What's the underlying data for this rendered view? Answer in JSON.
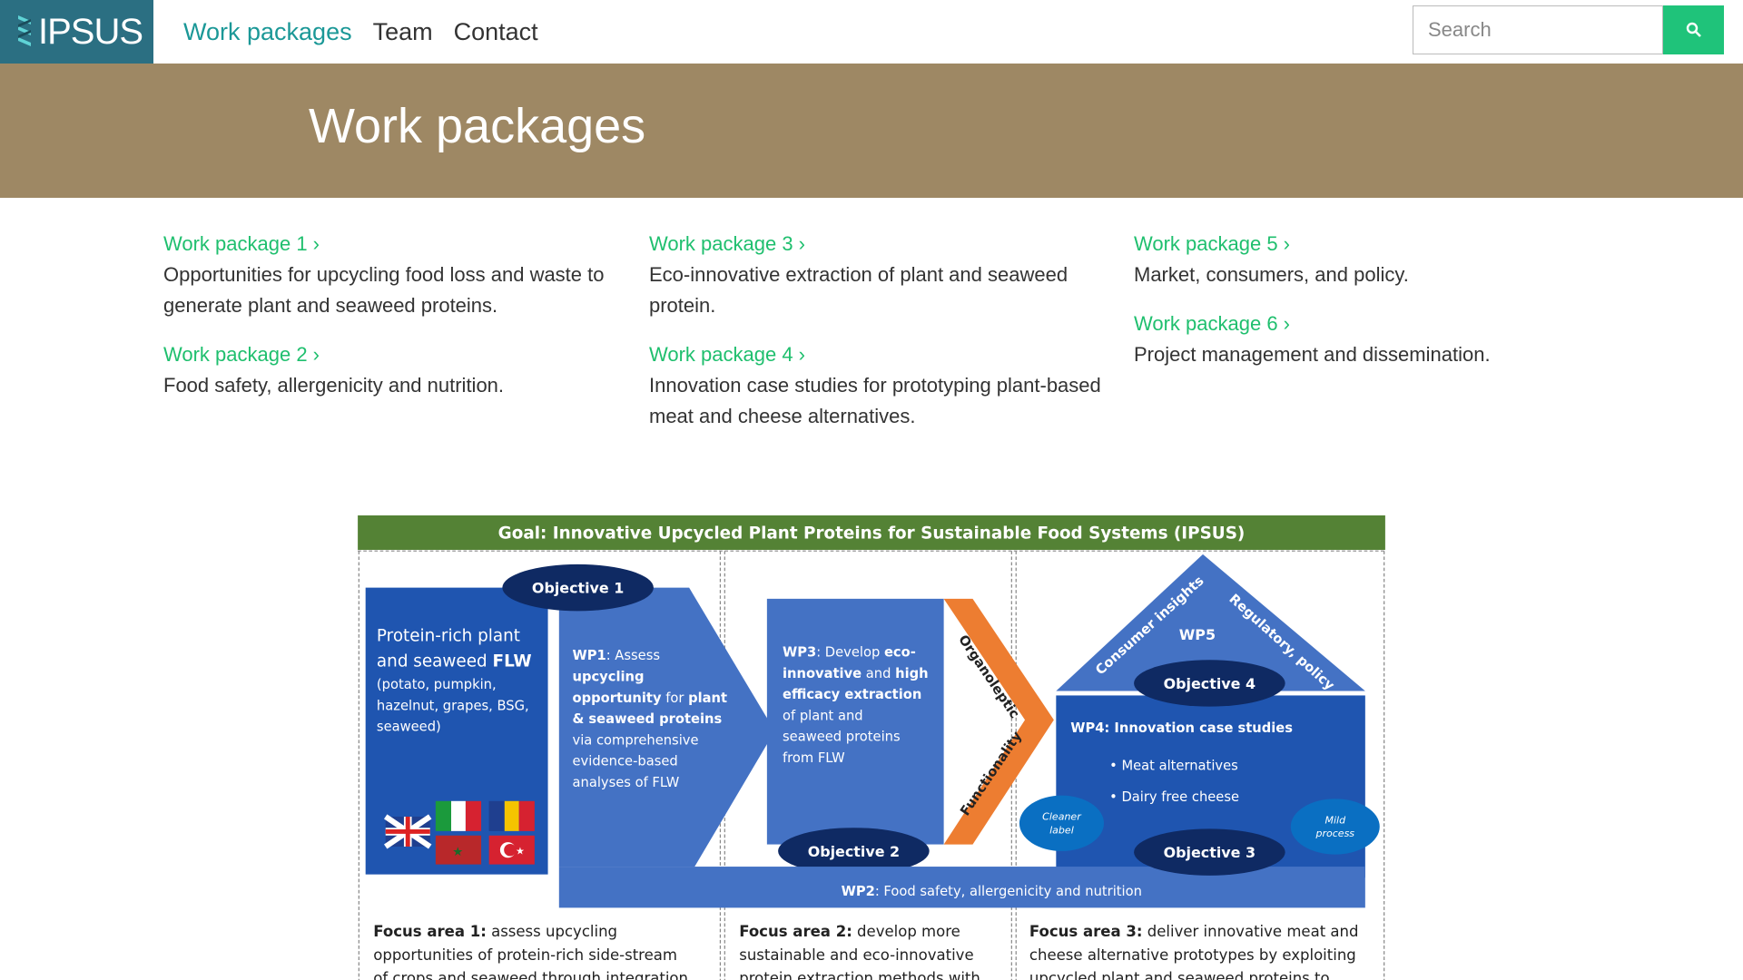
{
  "nav": {
    "logo_text": "IPSUS",
    "links": [
      "Work packages",
      "Team",
      "Contact"
    ],
    "search_placeholder": "Search"
  },
  "banner": {
    "title": "Work packages"
  },
  "packages": [
    {
      "link": "Work package 1 ›",
      "desc": "Opportunities for upcycling food loss and waste to generate plant and seaweed proteins."
    },
    {
      "link": "Work package 2 ›",
      "desc": "Food safety, allergenicity and nutrition."
    },
    {
      "link": "Work package 3 ›",
      "desc": "Eco-innovative extraction of plant and seaweed protein."
    },
    {
      "link": "Work package 4 ›",
      "desc": "Innovation case studies for prototyping plant-based meat and cheese alternatives."
    },
    {
      "link": "Work package 5 ›",
      "desc": "Market, consumers, and policy."
    },
    {
      "link": "Work package 6 ›",
      "desc": "Project management and dissemination."
    }
  ],
  "diagram": {
    "goal": "Goal: Innovative Upcycled Plant Proteins for Sustainable Food Systems (IPSUS)",
    "source": {
      "l1": "Protein-rich plant",
      "l2a": "and seaweed ",
      "l2b": "FLW",
      "l3": "(potato, pumpkin,",
      "l4": "hazelnut, grapes, BSG,",
      "l5": "seaweed)"
    },
    "objectives": [
      "Objective 1",
      "Objective 2",
      "Objective 3",
      "Objective 4"
    ],
    "wp1": [
      "WP1",
      ": Assess",
      "upcycling",
      "opportunity",
      " for ",
      "plant",
      "& seaweed proteins",
      "via comprehensive",
      "evidence-based",
      "analyses of FLW"
    ],
    "wp3": [
      "WP3",
      ": Develop ",
      "eco-",
      "innovative",
      " and ",
      "high",
      "efficacy extraction",
      "of plant and",
      "seaweed proteins",
      "from FLW"
    ],
    "chevron": [
      "Organoleptic",
      "Functionality"
    ],
    "wp5": {
      "title": "WP5",
      "left": "Consumer insights",
      "right": "Regulatory, policy"
    },
    "wp4": {
      "title": "WP4: Innovation case studies",
      "bullets": [
        "Meat alternatives",
        "Dairy free cheese"
      ]
    },
    "side": {
      "left": [
        "Cleaner",
        "label"
      ],
      "right": [
        "Mild",
        "process"
      ]
    },
    "wp2": {
      "bold": "WP2",
      "text": ": Food safety, allergenicity and nutrition"
    },
    "focus": [
      {
        "bold": "Focus area 1:",
        "lines": [
          " assess upcycling",
          "opportunities of protein-rich side-stream",
          "of crops and seaweed through integration"
        ]
      },
      {
        "bold": "Focus area 2:",
        "lines": [
          " develop more",
          "sustainable and eco-innovative",
          "protein extraction methods with"
        ]
      },
      {
        "bold": "Focus area 3:",
        "lines": [
          " deliver innovative meat and",
          "cheese alternative prototypes by exploiting",
          "upcycled plant and seaweed proteins to"
        ]
      }
    ],
    "colors": {
      "green": "#548235",
      "dark_blue": "#1f55b0",
      "blue": "#4472c4",
      "navy": "#0f2a63",
      "orange": "#ed7d31",
      "light_blue": "#0a6fc2"
    }
  }
}
